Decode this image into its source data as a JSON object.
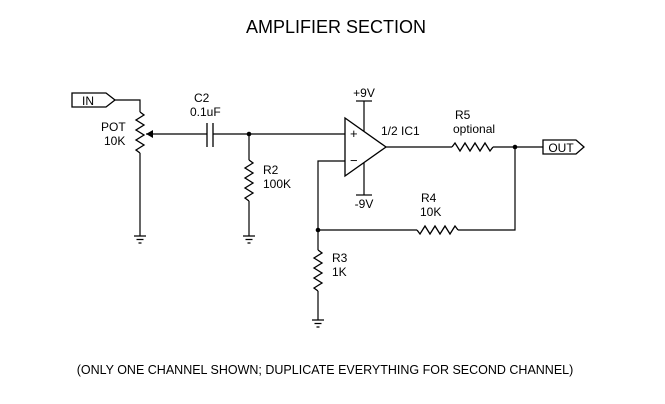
{
  "title": "AMPLIFIER SECTION",
  "footnote": "(ONLY ONE CHANNEL SHOWN; DUPLICATE EVERYTHING FOR SECOND CHANNEL)",
  "ports": {
    "input": "IN",
    "output": "OUT"
  },
  "components": {
    "pot": {
      "ref": "POT",
      "value": "10K"
    },
    "c2": {
      "ref": "C2",
      "value": "0.1uF"
    },
    "r2": {
      "ref": "R2",
      "value": "100K"
    },
    "ic": {
      "ref": "1/2 IC1",
      "plus": "+",
      "minus": "−"
    },
    "r5": {
      "ref": "R5",
      "value": "optional"
    },
    "r4": {
      "ref": "R4",
      "value": "10K"
    },
    "r3": {
      "ref": "R3",
      "value": "1K"
    }
  },
  "supplies": {
    "positive": "+9V",
    "negative": "-9V"
  },
  "icons": {
    "ground": "ground-icon",
    "junction": "junction-dot-icon"
  }
}
